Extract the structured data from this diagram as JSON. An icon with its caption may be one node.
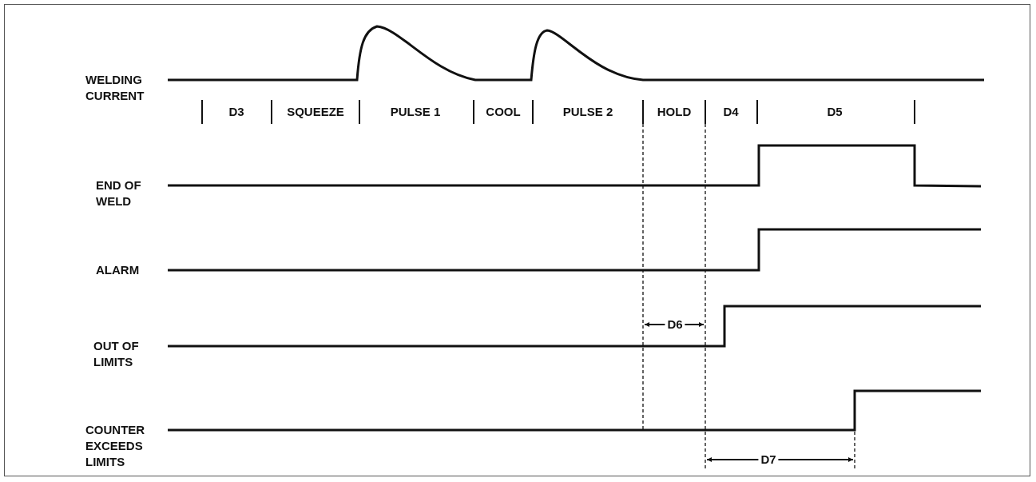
{
  "diagram": {
    "labels": [
      "WELDING CURRENT",
      "D3",
      "SQUEEZE",
      "PULSE 1",
      "COOL",
      "PULSE 2",
      "HOLD",
      "D4",
      "D5",
      "END OF WELD",
      "ALARM",
      "D6",
      "OUT OF LIMITS",
      "COUNTER EXCEEDS LIMITS",
      "D7"
    ]
  }
}
